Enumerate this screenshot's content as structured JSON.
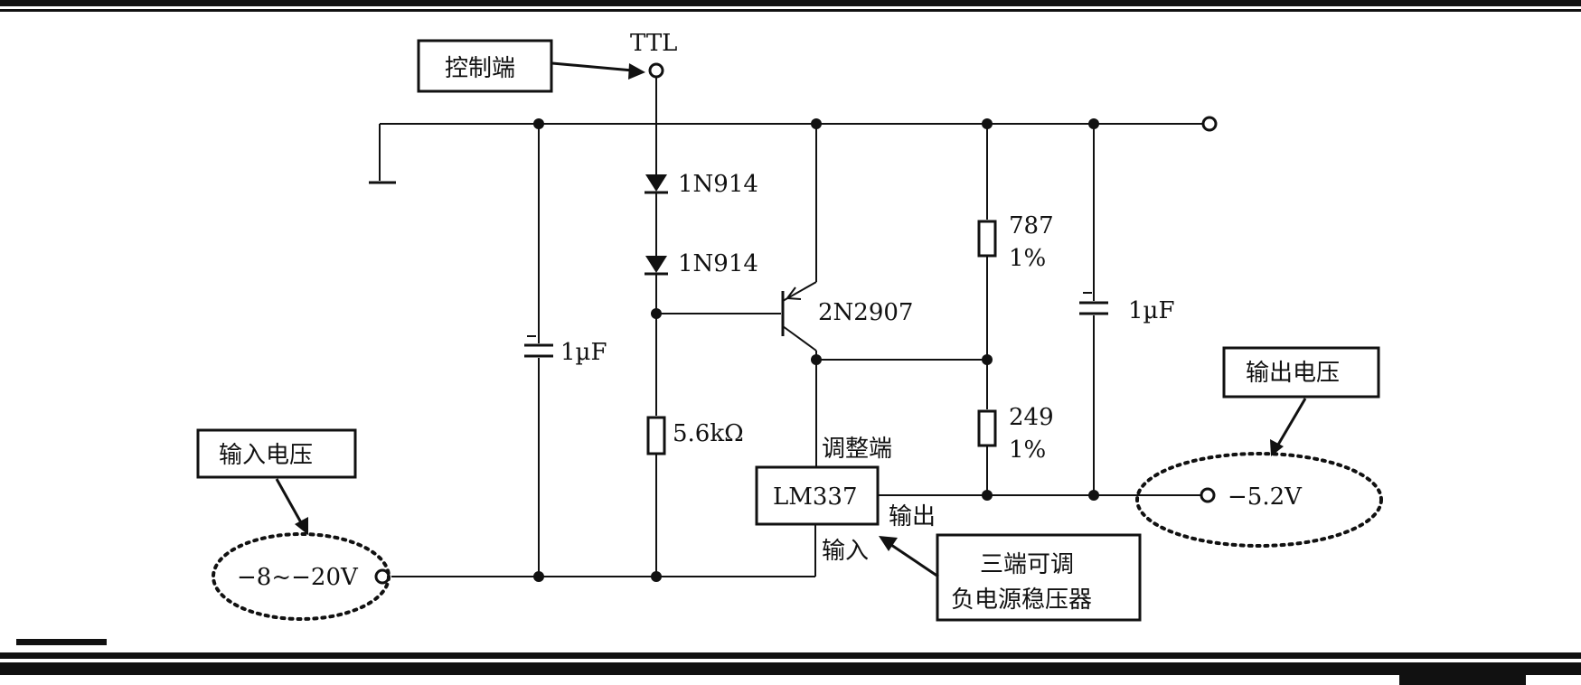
{
  "labels": {
    "ttl": "TTL",
    "control_box": "控制端",
    "diode1": "1N914",
    "diode2": "1N914",
    "transistor": "2N2907",
    "res_787": "787",
    "res_787_tol": "1%",
    "cap_right": "1µF",
    "cap_left": "1µF",
    "res_56k": "5.6kΩ",
    "res_249": "249",
    "res_249_tol": "1%",
    "adjust_pin": "调整端",
    "ic": "LM337",
    "output_pin": "输出",
    "input_pin": "输入",
    "input_box": "输入电压",
    "input_value": "−8~−20V",
    "output_box": "输出电压",
    "output_value": "−5.2V",
    "regulator_line1": "三端可调",
    "regulator_line2": "负电源稳压器"
  }
}
